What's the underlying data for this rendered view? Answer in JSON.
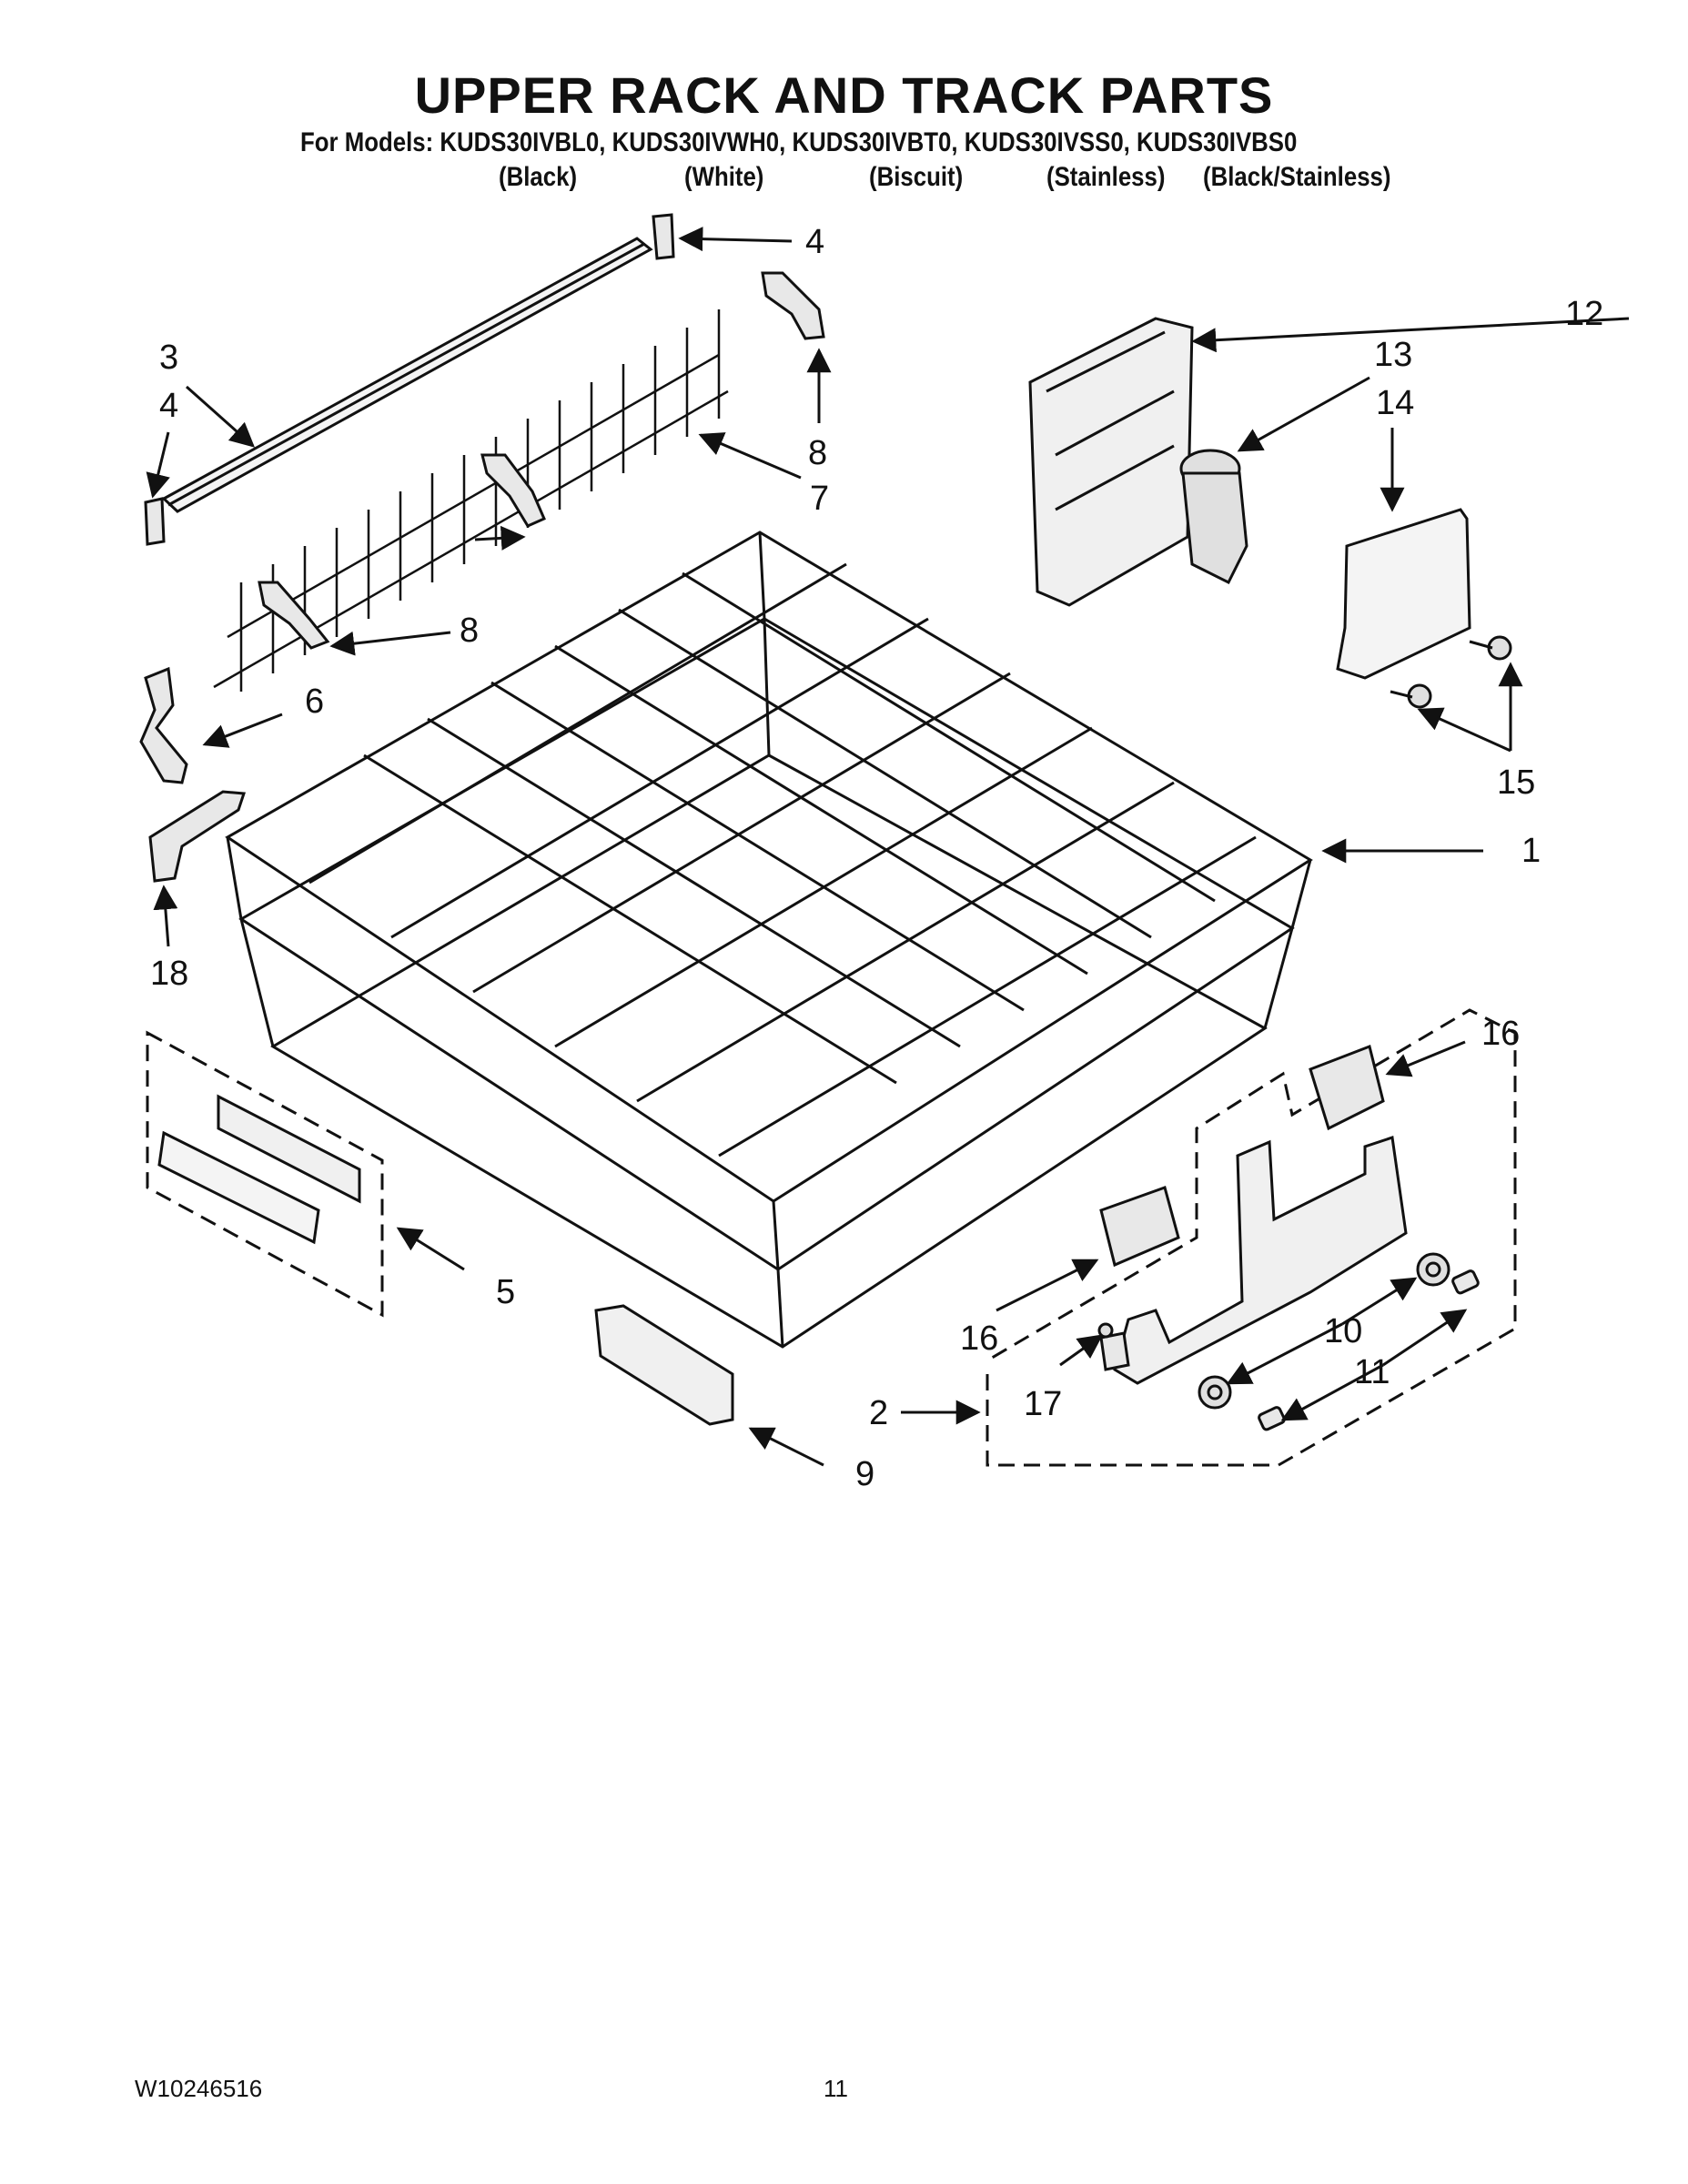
{
  "header": {
    "title": "UPPER RACK AND TRACK PARTS",
    "models_line": "For Models: KUDS30IVBL0, KUDS30IVWH0, KUDS30IVBT0, KUDS30IVSS0, KUDS30IVBS0",
    "colors": [
      "(Black)",
      "(White)",
      "(Biscuit)",
      "(Stainless)",
      "(Black/Stainless)"
    ]
  },
  "callouts": [
    "1",
    "2",
    "3",
    "4",
    "4",
    "5",
    "6",
    "7",
    "8",
    "8",
    "9",
    "10",
    "11",
    "12",
    "13",
    "14",
    "15",
    "16",
    "16",
    "17",
    "18"
  ],
  "footer": {
    "doc_number": "W10246516",
    "page_number": "11"
  }
}
